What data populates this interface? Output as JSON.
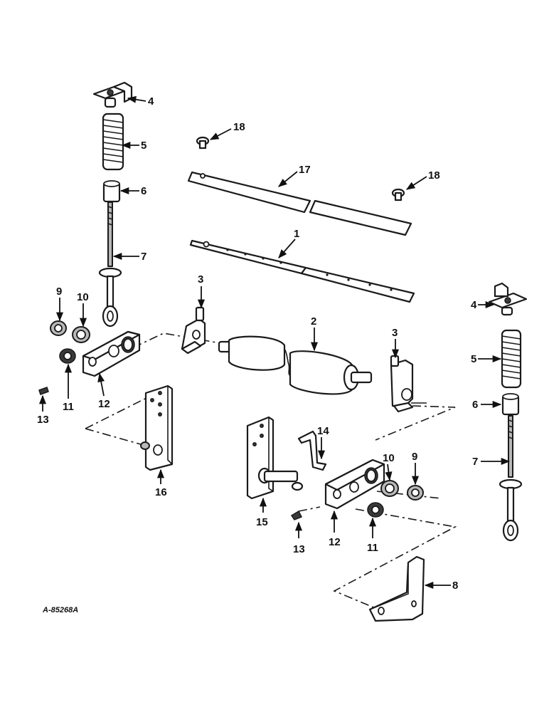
{
  "drawing_ref": "A-85268A",
  "callouts": {
    "c1": "1",
    "c2": "2",
    "c3a": "3",
    "c3b": "3",
    "c4a": "4",
    "c4b": "4",
    "c5a": "5",
    "c5b": "5",
    "c6a": "6",
    "c6b": "6",
    "c7a": "7",
    "c7b": "7",
    "c8": "8",
    "c9a": "9",
    "c9b": "9",
    "c10a": "10",
    "c10b": "10",
    "c11a": "11",
    "c11b": "11",
    "c12a": "12",
    "c12b": "12",
    "c13a": "13",
    "c13b": "13",
    "c14": "14",
    "c15": "15",
    "c16": "16",
    "c17": "17",
    "c18a": "18",
    "c18b": "18"
  }
}
